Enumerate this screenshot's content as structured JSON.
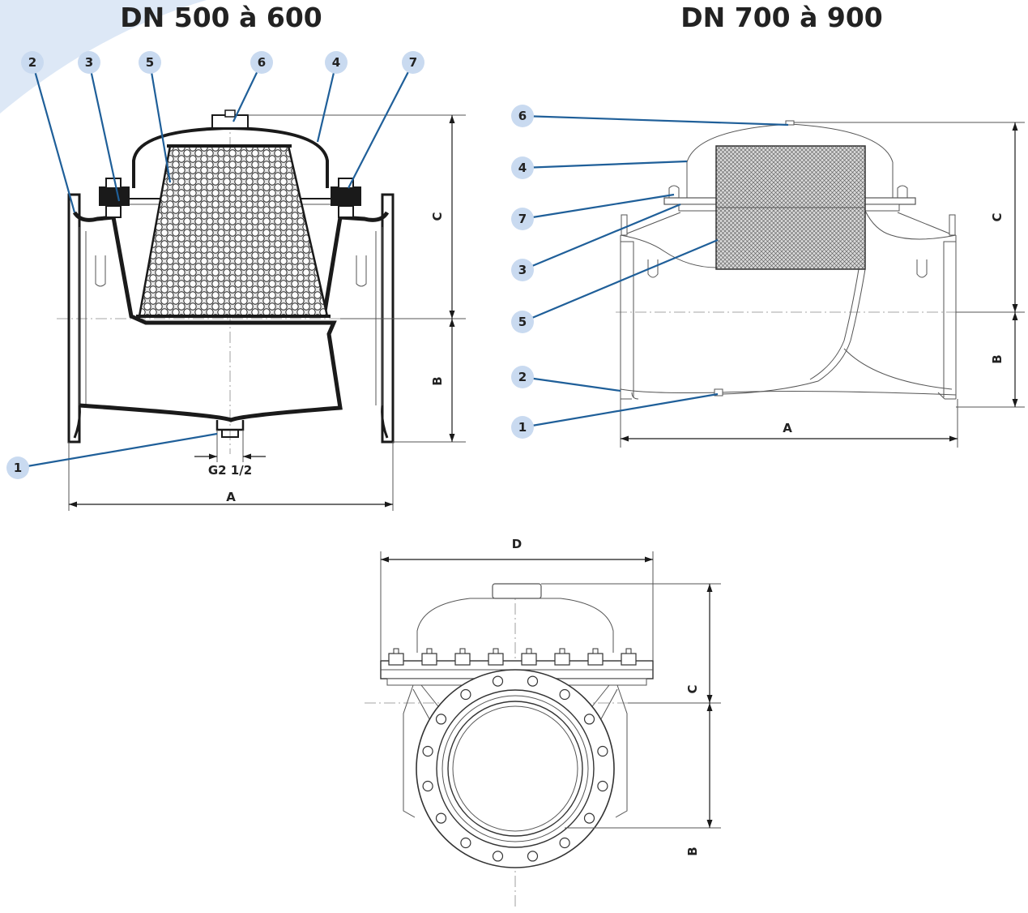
{
  "views": {
    "left": {
      "title": "DN 500 à 600",
      "callouts": [
        "2",
        "3",
        "5",
        "6",
        "4",
        "7",
        "1"
      ],
      "dims": {
        "a": "A",
        "b": "B",
        "c": "C",
        "thread": "G2 1/2"
      }
    },
    "right": {
      "title": "DN 700 à 900",
      "callouts": [
        "6",
        "4",
        "7",
        "3",
        "5",
        "2",
        "1"
      ],
      "dims": {
        "a": "A",
        "b": "B",
        "c": "C"
      }
    },
    "bottom": {
      "dims": {
        "d": "D",
        "b": "B",
        "c": "C"
      }
    }
  },
  "colors": {
    "leader": "#1f5f99",
    "bubble": "#c9daf0",
    "watermark": "#dde8f6",
    "line": "#1a1a1a"
  }
}
